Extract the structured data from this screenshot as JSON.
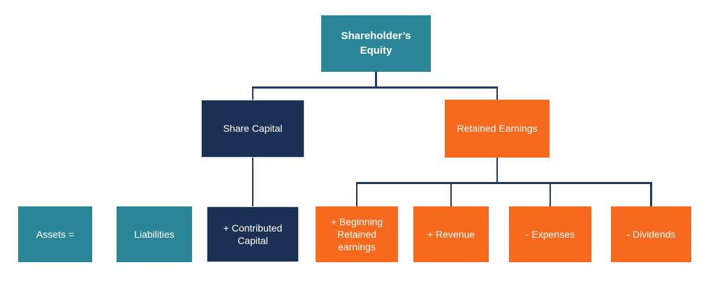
{
  "colors": {
    "teal": "#2a8596",
    "navy": "#1b3054",
    "orange": "#f76a1e",
    "line": "#1f3a60",
    "text": "#ffffff",
    "background": "#ffffff"
  },
  "nodes": {
    "shareholders_equity": {
      "label": "Shareholder’s Equity",
      "color": "#2a8596"
    },
    "share_capital": {
      "label": "Share Capital",
      "color": "#1b3054"
    },
    "retained_earnings": {
      "label": "Retained Earnings",
      "color": "#f76a1e"
    },
    "assets": {
      "label": "Assets =",
      "color": "#2a8596"
    },
    "liabilities": {
      "label": "Liabilities",
      "color": "#2a8596"
    },
    "contributed_capital": {
      "label": "+ Contributed Capital",
      "color": "#1b3054"
    },
    "beginning_retained_earnings": {
      "label": "+ Beginning Retained earnings",
      "color": "#f76a1e"
    },
    "revenue": {
      "label": "+ Revenue",
      "color": "#f76a1e"
    },
    "expenses": {
      "label": "- Expenses",
      "color": "#f76a1e"
    },
    "dividends": {
      "label": "- Dividends",
      "color": "#f76a1e"
    }
  },
  "edges": [
    {
      "from": "shareholders_equity",
      "to": "share_capital"
    },
    {
      "from": "shareholders_equity",
      "to": "retained_earnings"
    },
    {
      "from": "share_capital",
      "to": "contributed_capital"
    },
    {
      "from": "retained_earnings",
      "to": "beginning_retained_earnings"
    },
    {
      "from": "retained_earnings",
      "to": "revenue"
    },
    {
      "from": "retained_earnings",
      "to": "expenses"
    },
    {
      "from": "retained_earnings",
      "to": "dividends"
    }
  ]
}
